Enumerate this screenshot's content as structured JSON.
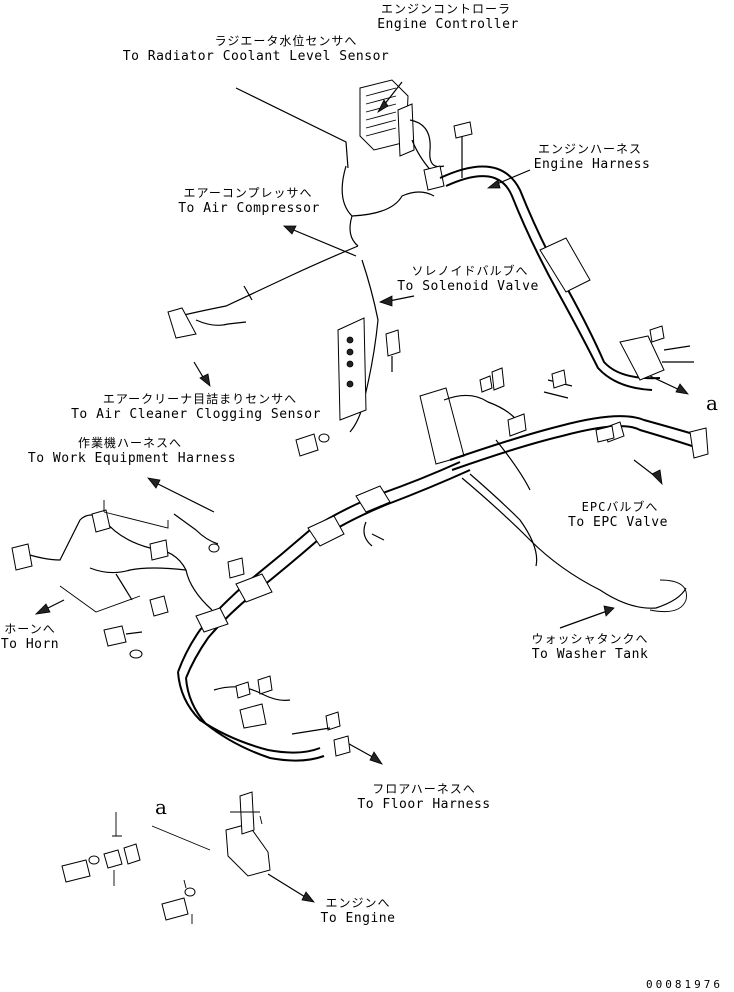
{
  "labels": {
    "engine_controller": {
      "jp": "エンジンコントローラ",
      "en": "Engine Controller"
    },
    "radiator_sensor": {
      "jp": "ラジエータ水位センサへ",
      "en": "To Radiator Coolant Level Sensor"
    },
    "engine_harness": {
      "jp": "エンジンハーネス",
      "en": "Engine Harness"
    },
    "air_compressor": {
      "jp": "エアーコンプレッサへ",
      "en": "To Air Compressor"
    },
    "solenoid_valve": {
      "jp": "ソレノイドバルブへ",
      "en": "To Solenoid Valve"
    },
    "air_cleaner": {
      "jp": "エアークリーナ目詰まりセンサへ",
      "en": "To Air Cleaner Clogging Sensor"
    },
    "work_equipment": {
      "jp": "作業機ハーネスへ",
      "en": "To Work Equipment Harness"
    },
    "epc_valve": {
      "jp": "EPCバルブへ",
      "en": "To EPC Valve"
    },
    "horn": {
      "jp": "ホーンへ",
      "en": "To Horn"
    },
    "washer_tank": {
      "jp": "ウォッシャタンクへ",
      "en": "To Washer Tank"
    },
    "floor_harness": {
      "jp": "フロアハーネスへ",
      "en": "To Floor Harness"
    },
    "engine": {
      "jp": "エンジンへ",
      "en": "To Engine"
    }
  },
  "callouts": {
    "a_right": "a",
    "a_bottom": "a"
  },
  "drawing_number": "00081976"
}
